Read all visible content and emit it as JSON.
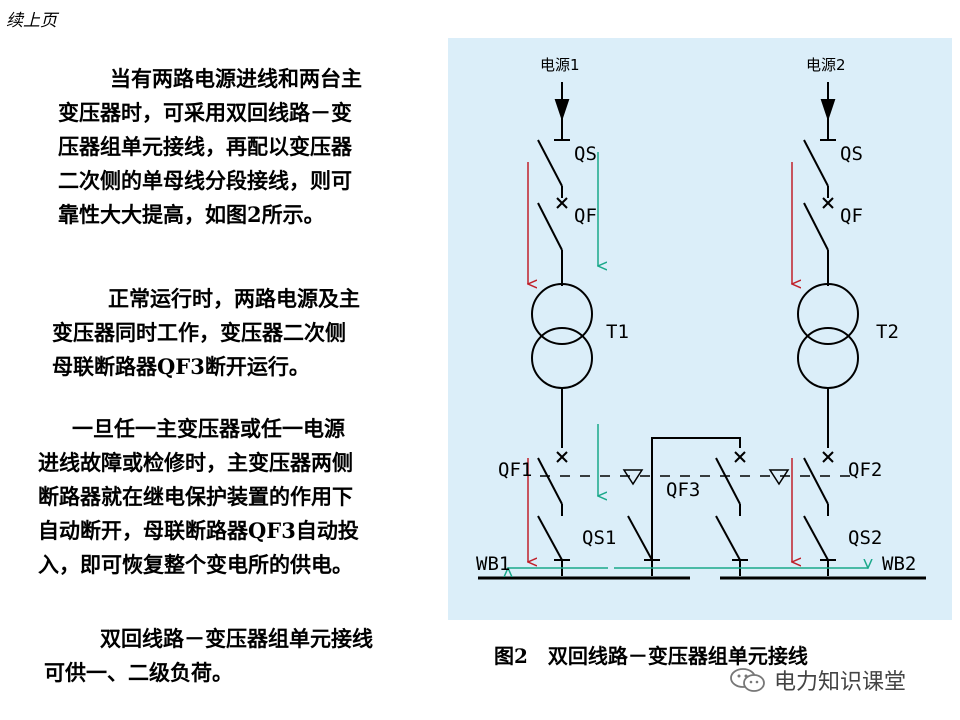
{
  "header": {
    "corner_label": "续上页"
  },
  "text": {
    "para1": [
      "当有两路电源进线和两台主",
      "变压器时，可采用双回线路－变",
      "压器组单元接线，再配以变压器",
      "二次侧的单母线分段接线，则可",
      "靠性大大提高，如图2所示。"
    ],
    "para2": [
      "正常运行时，两路电源及主",
      "变压器同时工作，变压器二次侧",
      "母联断路器QF3断开运行。"
    ],
    "para3": [
      "一旦任一主变压器或任一电源",
      "进线故障或检修时，主变压器两侧",
      "断路器就在继电保护装置的作用下",
      "自动断开，母联断路器QF3自动投",
      "入，即可恢复整个变电所的供电。"
    ],
    "para4": [
      "双回线路－变压器组单元接线",
      "可供一、二级负荷。"
    ]
  },
  "diagram": {
    "labels": {
      "src1": "电源1",
      "src2": "电源2",
      "qs_left": "QS",
      "qs_right": "QS",
      "qf_left": "QF",
      "qf_right": "QF",
      "t1": "T1",
      "t2": "T2",
      "qf1": "QF1",
      "qf2": "QF2",
      "qf3": "QF3",
      "qs1": "QS1",
      "qs2": "QS2",
      "wb1": "WB1",
      "wb2": "WB2"
    },
    "colors": {
      "background": "#dbeef9",
      "arrow_red": "#c0202a",
      "arrow_green": "#1aa88a",
      "line": "#000000"
    }
  },
  "caption": "图2　双回线路－变压器组单元接线",
  "watermark": {
    "text": "电力知识课堂",
    "icon": "wechat-icon"
  }
}
